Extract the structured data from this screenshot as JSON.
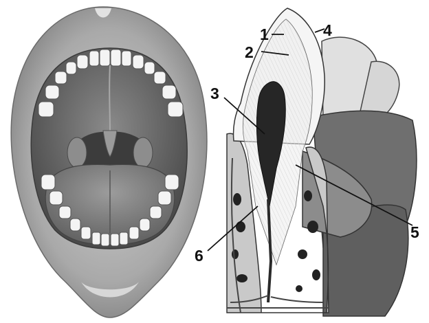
{
  "labels": [
    {
      "id": "1",
      "text": "1"
    },
    {
      "id": "2",
      "text": "2"
    },
    {
      "id": "3",
      "text": "3"
    },
    {
      "id": "4",
      "text": "4"
    },
    {
      "id": "5",
      "text": "5"
    },
    {
      "id": "6",
      "text": "6"
    }
  ],
  "colors": {
    "background": "#ffffff",
    "ink": "#111111",
    "lip": "#9a9a9a",
    "mouth_cavity": "#5a5a5a",
    "tongue": "#7e7e7e",
    "enamel": "#f2f2f2",
    "dentin": "#e6e6e6",
    "pulp": "#2a2a2a",
    "bone": "#c4c4c4",
    "gum": "#6e6e6e"
  }
}
